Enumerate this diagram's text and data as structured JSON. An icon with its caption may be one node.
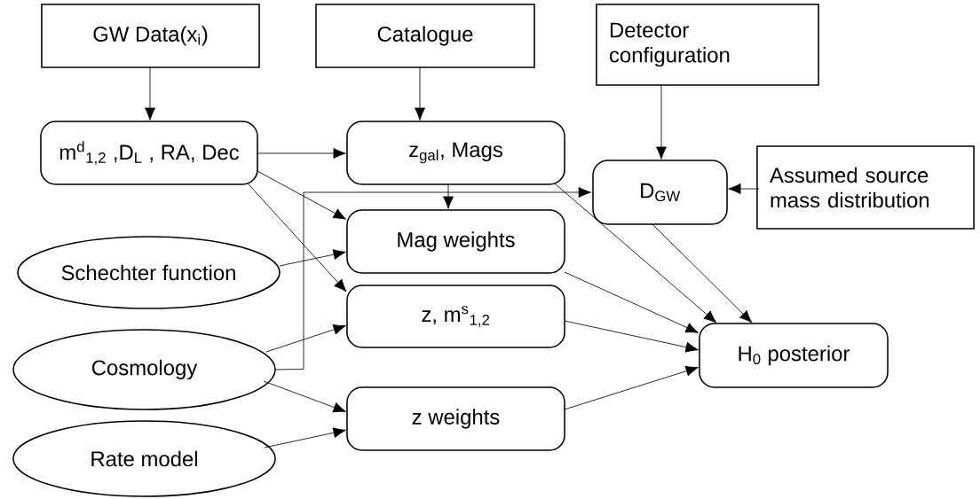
{
  "diagram": {
    "nodes": [
      {
        "text": [
          "GW Data(x$_{i}$)"
        ]
      },
      {
        "text": [
          "Catalogue"
        ]
      },
      {
        "text": [
          "Detector configuration"
        ]
      },
      {
        "text": [
          "m$^{d}$$_{1,2}$ ,D$_{L}$ , RA, Dec"
        ]
      },
      {
        "text": [
          "z$_{gal}$, Mags"
        ]
      },
      {
        "text": [
          "D$_{GW}$"
        ]
      },
      {
        "text": [
          "Assumed source mass distribution"
        ]
      },
      {
        "text": [
          "Mag weights"
        ]
      },
      {
        "text": [
          "Schechter function"
        ]
      },
      {
        "text": [
          "z, m$^{s}$$_{1,2}$"
        ]
      },
      {
        "text": [
          "H$_{0}$ posterior"
        ]
      },
      {
        "text": [
          "Cosmology"
        ]
      },
      {
        "text": [
          "z weights"
        ]
      },
      {
        "text": [
          "Rate model"
        ]
      }
    ],
    "edges": [
      {
        "from": 0,
        "to": 3,
        "arrow": "to"
      },
      {
        "from": 1,
        "to": 4,
        "arrow": "to"
      },
      {
        "from": 2,
        "to": 5,
        "arrow": "to"
      },
      {
        "from": 6,
        "to": 5,
        "arrow": "to"
      },
      {
        "from": 3,
        "to": 4,
        "arrow": "to"
      },
      {
        "from": 3,
        "to": 7,
        "arrow": "to"
      },
      {
        "from": 3,
        "to": 9,
        "arrow": "to"
      },
      {
        "from": 4,
        "to": 7,
        "arrow": "to"
      },
      {
        "from": 8,
        "to": 7,
        "arrow": "to"
      },
      {
        "from": 11,
        "to": 9,
        "arrow": "to"
      },
      {
        "from": 11,
        "to": 5,
        "arrow": "to"
      },
      {
        "from": 11,
        "to": 12,
        "arrow": "to"
      },
      {
        "from": 13,
        "to": 12,
        "arrow": "to"
      },
      {
        "from": 4,
        "to": 10,
        "arrow": "to"
      },
      {
        "from": 7,
        "to": 10,
        "arrow": "to"
      },
      {
        "from": 9,
        "to": 10,
        "arrow": "to"
      },
      {
        "from": 12,
        "to": 10,
        "arrow": "to"
      },
      {
        "from": 5,
        "to": 10,
        "arrow": "to"
      }
    ]
  }
}
